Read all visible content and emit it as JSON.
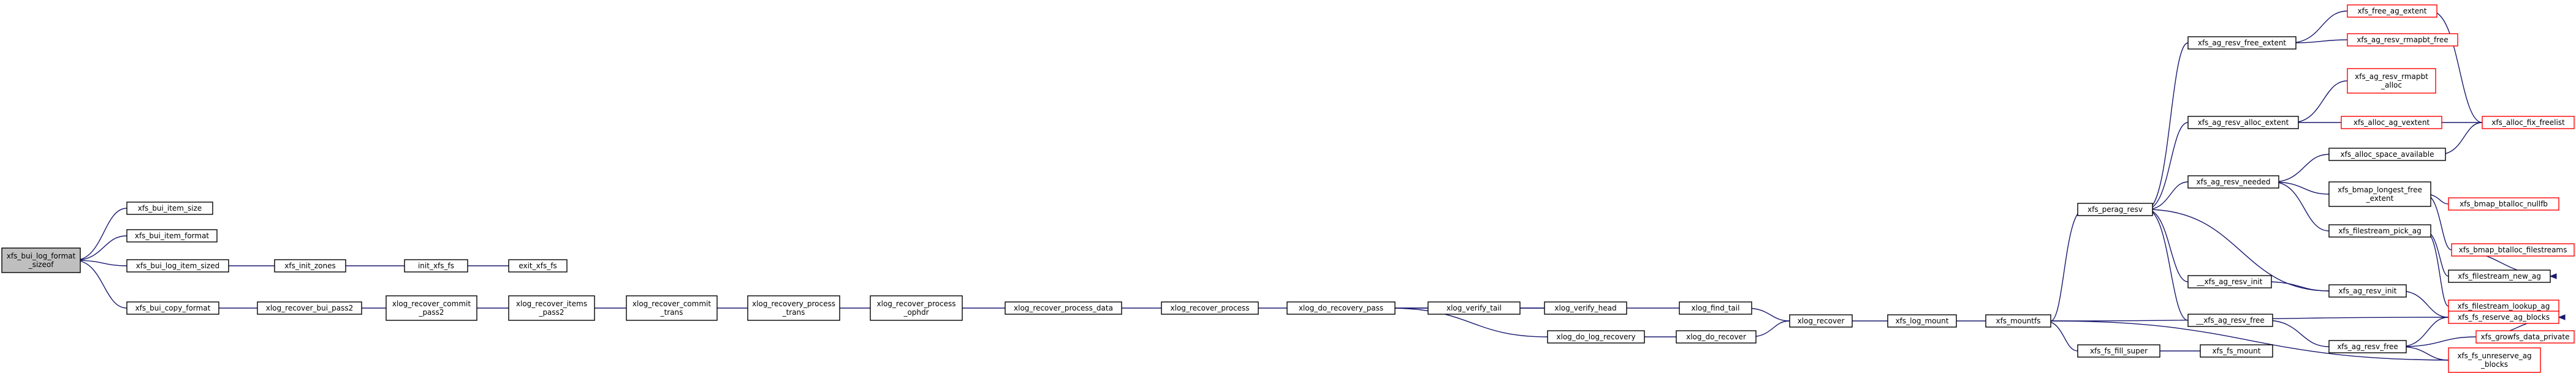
{
  "colors": {
    "edge": "#191970",
    "node_border": "#000000",
    "node_border_truncated": "#ff0000",
    "node_fill": "#ffffff",
    "root_fill": "#bfbfbf"
  },
  "nodes": [
    {
      "id": "root",
      "lines": [
        "xfs_bui_log_format",
        "_sizeof"
      ],
      "style": "root"
    },
    {
      "id": "bui_item_size",
      "lines": [
        "xfs_bui_item_size"
      ],
      "style": "normal"
    },
    {
      "id": "bui_item_format",
      "lines": [
        "xfs_bui_item_format"
      ],
      "style": "normal"
    },
    {
      "id": "bui_log_item_sized",
      "lines": [
        "xfs_bui_log_item_sized"
      ],
      "style": "normal"
    },
    {
      "id": "bui_copy_format",
      "lines": [
        "xfs_bui_copy_format"
      ],
      "style": "normal"
    },
    {
      "id": "init_zones",
      "lines": [
        "xfs_init_zones"
      ],
      "style": "normal"
    },
    {
      "id": "init_xfs_fs",
      "lines": [
        "init_xfs_fs"
      ],
      "style": "normal"
    },
    {
      "id": "exit_xfs_fs",
      "lines": [
        "exit_xfs_fs"
      ],
      "style": "normal"
    },
    {
      "id": "recover_bui_pass2",
      "lines": [
        "xlog_recover_bui_pass2"
      ],
      "style": "normal"
    },
    {
      "id": "recover_commit_pass2",
      "lines": [
        "xlog_recover_commit",
        "_pass2"
      ],
      "style": "normal"
    },
    {
      "id": "recover_items_pass2",
      "lines": [
        "xlog_recover_items",
        "_pass2"
      ],
      "style": "normal"
    },
    {
      "id": "recover_commit_trans",
      "lines": [
        "xlog_recover_commit",
        "_trans"
      ],
      "style": "normal"
    },
    {
      "id": "recovery_process_trans",
      "lines": [
        "xlog_recovery_process",
        "_trans"
      ],
      "style": "normal"
    },
    {
      "id": "recover_process_ophdr",
      "lines": [
        "xlog_recover_process",
        "_ophdr"
      ],
      "style": "normal"
    },
    {
      "id": "recover_process_data",
      "lines": [
        "xlog_recover_process_data"
      ],
      "style": "normal"
    },
    {
      "id": "recover_process",
      "lines": [
        "xlog_recover_process"
      ],
      "style": "normal"
    },
    {
      "id": "do_recovery_pass",
      "lines": [
        "xlog_do_recovery_pass"
      ],
      "style": "normal"
    },
    {
      "id": "verify_tail",
      "lines": [
        "xlog_verify_tail"
      ],
      "style": "normal"
    },
    {
      "id": "verify_head",
      "lines": [
        "xlog_verify_head"
      ],
      "style": "normal"
    },
    {
      "id": "do_log_recovery",
      "lines": [
        "xlog_do_log_recovery"
      ],
      "style": "normal"
    },
    {
      "id": "find_tail",
      "lines": [
        "xlog_find_tail"
      ],
      "style": "normal"
    },
    {
      "id": "do_recover",
      "lines": [
        "xlog_do_recover"
      ],
      "style": "normal"
    },
    {
      "id": "xlog_recover",
      "lines": [
        "xlog_recover"
      ],
      "style": "normal"
    },
    {
      "id": "log_mount",
      "lines": [
        "xfs_log_mount"
      ],
      "style": "normal"
    },
    {
      "id": "mountfs",
      "lines": [
        "xfs_mountfs"
      ],
      "style": "normal"
    },
    {
      "id": "fs_fill_super",
      "lines": [
        "xfs_fs_fill_super"
      ],
      "style": "normal"
    },
    {
      "id": "fs_mount",
      "lines": [
        "xfs_fs_mount"
      ],
      "style": "normal"
    },
    {
      "id": "perag_resv",
      "lines": [
        "xfs_perag_resv"
      ],
      "style": "normal"
    },
    {
      "id": "ag_resv_free_extent",
      "lines": [
        "xfs_ag_resv_free_extent"
      ],
      "style": "normal"
    },
    {
      "id": "free_ag_extent",
      "lines": [
        "xfs_free_ag_extent"
      ],
      "style": "truncated"
    },
    {
      "id": "ag_resv_rmapbt_free",
      "lines": [
        "xfs_ag_resv_rmapbt_free"
      ],
      "style": "truncated"
    },
    {
      "id": "ag_resv_alloc_extent",
      "lines": [
        "xfs_ag_resv_alloc_extent"
      ],
      "style": "normal"
    },
    {
      "id": "ag_resv_rmapbt_alloc",
      "lines": [
        "xfs_ag_resv_rmapbt",
        "_alloc"
      ],
      "style": "truncated"
    },
    {
      "id": "alloc_ag_vextent",
      "lines": [
        "xfs_alloc_ag_vextent"
      ],
      "style": "truncated"
    },
    {
      "id": "alloc_fix_freelist",
      "lines": [
        "xfs_alloc_fix_freelist"
      ],
      "style": "truncated"
    },
    {
      "id": "ag_resv_needed",
      "lines": [
        "xfs_ag_resv_needed"
      ],
      "style": "normal"
    },
    {
      "id": "alloc_space_available",
      "lines": [
        "xfs_alloc_space_available"
      ],
      "style": "normal"
    },
    {
      "id": "bmap_longest_free_extent",
      "lines": [
        "xfs_bmap_longest_free",
        "_extent"
      ],
      "style": "normal"
    },
    {
      "id": "bmap_btalloc_nullfb",
      "lines": [
        "xfs_bmap_btalloc_nullfb"
      ],
      "style": "truncated"
    },
    {
      "id": "bmap_btalloc_filestreams",
      "lines": [
        "xfs_bmap_btalloc_filestreams"
      ],
      "style": "truncated"
    },
    {
      "id": "filestream_pick_ag",
      "lines": [
        "xfs_filestream_pick_ag"
      ],
      "style": "normal"
    },
    {
      "id": "filestream_new_ag",
      "lines": [
        "xfs_filestream_new_ag"
      ],
      "style": "normal"
    },
    {
      "id": "filestream_lookup_ag",
      "lines": [
        "xfs_filestream_lookup_ag"
      ],
      "style": "truncated"
    },
    {
      "id": "__ag_resv_init",
      "lines": [
        "__xfs_ag_resv_init"
      ],
      "style": "normal"
    },
    {
      "id": "ag_resv_init",
      "lines": [
        "xfs_ag_resv_init"
      ],
      "style": "normal"
    },
    {
      "id": "__ag_resv_free",
      "lines": [
        "__xfs_ag_resv_free"
      ],
      "style": "normal"
    },
    {
      "id": "ag_resv_free",
      "lines": [
        "xfs_ag_resv_free"
      ],
      "style": "normal"
    },
    {
      "id": "fs_reserve_ag_blocks",
      "lines": [
        "xfs_fs_reserve_ag_blocks"
      ],
      "style": "truncated"
    },
    {
      "id": "growfs_data_private",
      "lines": [
        "xfs_growfs_data_private"
      ],
      "style": "truncated"
    },
    {
      "id": "fs_unreserve_ag_blocks",
      "lines": [
        "xfs_fs_unreserve_ag",
        "_blocks"
      ],
      "style": "truncated"
    }
  ],
  "edges": [
    [
      "bui_item_size",
      "root"
    ],
    [
      "bui_item_format",
      "root"
    ],
    [
      "bui_log_item_sized",
      "root"
    ],
    [
      "bui_copy_format",
      "root"
    ],
    [
      "init_zones",
      "bui_log_item_sized"
    ],
    [
      "init_xfs_fs",
      "init_zones"
    ],
    [
      "exit_xfs_fs",
      "init_xfs_fs"
    ],
    [
      "recover_bui_pass2",
      "bui_copy_format"
    ],
    [
      "recover_commit_pass2",
      "recover_bui_pass2"
    ],
    [
      "recover_items_pass2",
      "recover_commit_pass2"
    ],
    [
      "recover_commit_trans",
      "recover_items_pass2"
    ],
    [
      "recovery_process_trans",
      "recover_commit_trans"
    ],
    [
      "recover_process_ophdr",
      "recovery_process_trans"
    ],
    [
      "recover_process_data",
      "recover_process_ophdr"
    ],
    [
      "recover_process",
      "recover_process_data"
    ],
    [
      "do_recovery_pass",
      "recover_process"
    ],
    [
      "verify_tail",
      "do_recovery_pass"
    ],
    [
      "verify_head",
      "do_recovery_pass"
    ],
    [
      "do_log_recovery",
      "do_recovery_pass"
    ],
    [
      "verify_head",
      "verify_tail"
    ],
    [
      "find_tail",
      "verify_head"
    ],
    [
      "do_recover",
      "do_log_recovery"
    ],
    [
      "xlog_recover",
      "find_tail"
    ],
    [
      "xlog_recover",
      "do_recover"
    ],
    [
      "log_mount",
      "xlog_recover"
    ],
    [
      "mountfs",
      "log_mount"
    ],
    [
      "fs_fill_super",
      "mountfs"
    ],
    [
      "fs_mount",
      "fs_fill_super"
    ],
    [
      "mountfs",
      "perag_resv"
    ],
    [
      "mountfs",
      "fs_reserve_ag_blocks"
    ],
    [
      "mountfs",
      "fs_unreserve_ag_blocks"
    ],
    [
      "ag_resv_free_extent",
      "perag_resv"
    ],
    [
      "ag_resv_alloc_extent",
      "perag_resv"
    ],
    [
      "ag_resv_needed",
      "perag_resv"
    ],
    [
      "__ag_resv_init",
      "perag_resv"
    ],
    [
      "__ag_resv_free",
      "perag_resv"
    ],
    [
      "ag_resv_init",
      "perag_resv"
    ],
    [
      "free_ag_extent",
      "ag_resv_free_extent"
    ],
    [
      "ag_resv_rmapbt_free",
      "ag_resv_free_extent"
    ],
    [
      "alloc_fix_freelist",
      "free_ag_extent"
    ],
    [
      "ag_resv_rmapbt_alloc",
      "ag_resv_alloc_extent"
    ],
    [
      "alloc_ag_vextent",
      "ag_resv_alloc_extent"
    ],
    [
      "alloc_fix_freelist",
      "alloc_ag_vextent"
    ],
    [
      "alloc_space_available",
      "ag_resv_needed"
    ],
    [
      "bmap_longest_free_extent",
      "ag_resv_needed"
    ],
    [
      "filestream_pick_ag",
      "ag_resv_needed"
    ],
    [
      "alloc_fix_freelist",
      "alloc_space_available"
    ],
    [
      "bmap_btalloc_nullfb",
      "bmap_longest_free_extent"
    ],
    [
      "bmap_btalloc_filestreams",
      "bmap_longest_free_extent"
    ],
    [
      "filestream_new_ag",
      "filestream_pick_ag"
    ],
    [
      "filestream_lookup_ag",
      "filestream_pick_ag"
    ],
    [
      "bmap_btalloc_filestreams",
      "filestream_new_ag"
    ],
    [
      "ag_resv_init",
      "__ag_resv_init"
    ],
    [
      "fs_reserve_ag_blocks",
      "ag_resv_init"
    ],
    [
      "ag_resv_free",
      "__ag_resv_free"
    ],
    [
      "fs_reserve_ag_blocks",
      "ag_resv_free"
    ],
    [
      "fs_unreserve_ag_blocks",
      "ag_resv_free"
    ],
    [
      "growfs_data_private",
      "ag_resv_free"
    ],
    [
      "growfs_data_private",
      "fs_reserve_ag_blocks"
    ]
  ]
}
